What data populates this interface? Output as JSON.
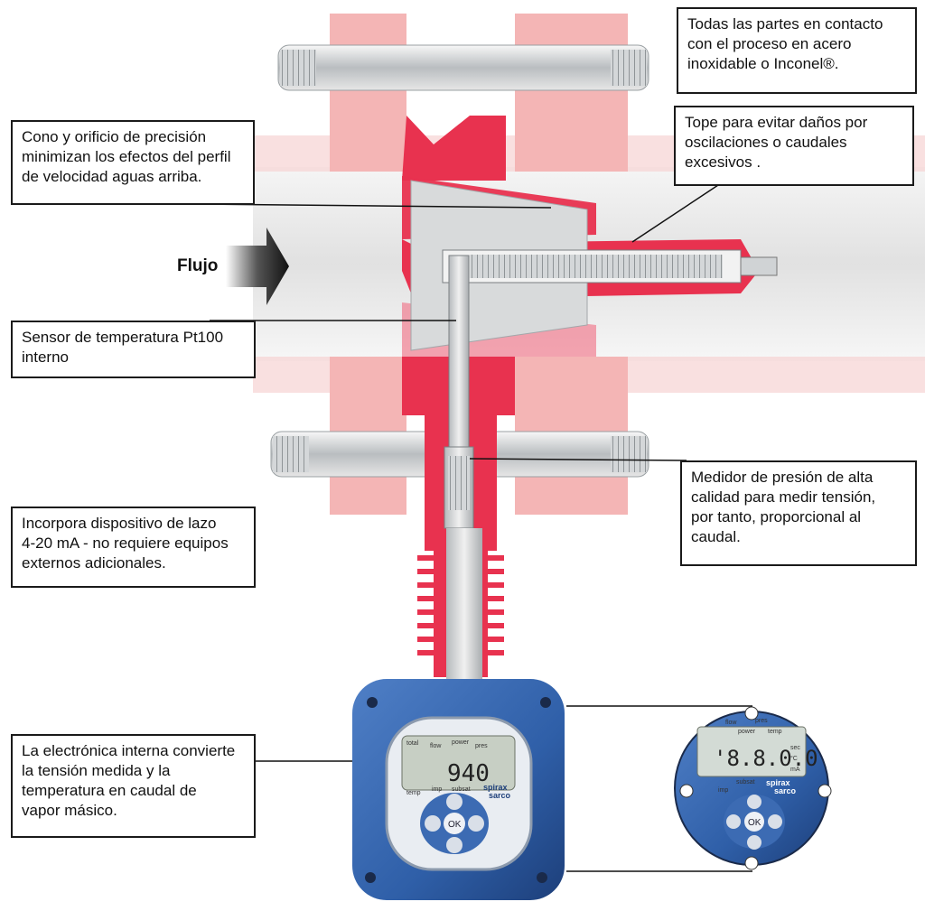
{
  "flow_label": "Flujo",
  "callouts": {
    "materials": "Todas las partes en contacto\ncon el proceso en acero\ninoxidable o Inconel®.",
    "cone": "Cono y orificio de precisión\nminimizan los efectos del perfil\nde velocidad aguas arriba.",
    "stop": "Tope para evitar daños por\noscilaciones o caudales\nexcesivos .",
    "sensor": "Sensor de temperatura Pt100\ninterno",
    "gauge": "Medidor de presión de alta\ncalidad para medir tensión,\npor tanto, proporcional al\ncaudal.",
    "loop": "Incorpora dispositivo de lazo\n4-20 mA - no requiere equipos\nexternos adicionales.",
    "electronics": "La electrónica interna convierte\nla tensión medida y la\ntemperatura en caudal de\nvapor másico."
  },
  "device": {
    "display_value": "940",
    "top_labels": [
      "total",
      "flow",
      "power",
      "pres"
    ],
    "bottom_labels": [
      "temp",
      "imp",
      "subsat"
    ],
    "brand_top": "spirax",
    "brand_bottom": "sarco",
    "button_ok": "OK"
  },
  "closeup": {
    "display_value": "'8.8.0.0",
    "top_labels": [
      "flow",
      "power",
      "pres",
      "temp"
    ],
    "units": [
      "sec",
      "°C",
      "mA"
    ],
    "bottom_labels": [
      "subsat",
      "imp"
    ],
    "brand_top": "spirax",
    "brand_bottom": "sarco",
    "button_ok": "OK"
  },
  "colors": {
    "flange": "#f4b5b5",
    "body_red": "#e8324f",
    "steel": "#c8cccf",
    "housing_blue": "#2f5fa8",
    "lcd": "#c7cfc4"
  }
}
